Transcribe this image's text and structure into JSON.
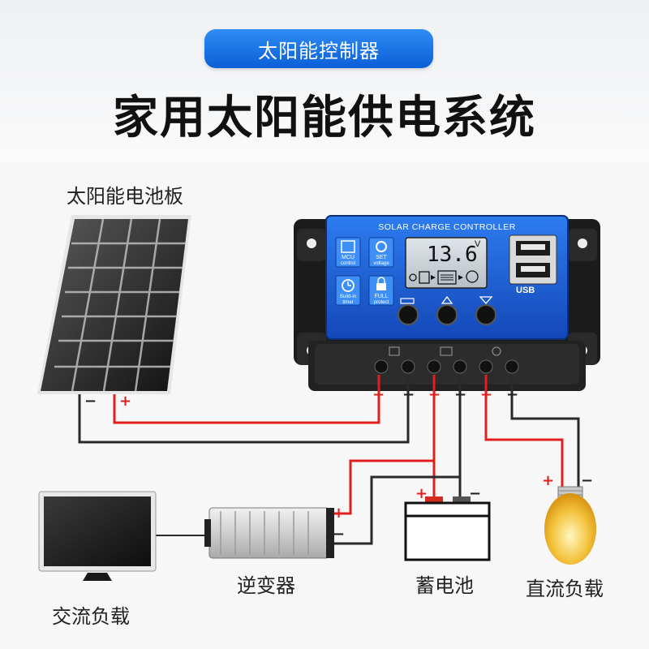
{
  "header": {
    "badge": "太阳能控制器",
    "title": "家用太阳能供电系统"
  },
  "controller": {
    "panel_title": "SOLAR CHARGE CONTROLLER",
    "display_value": "13.6",
    "display_unit": "V",
    "icons": [
      {
        "name": "mcu-icon",
        "label_line1": "MCU",
        "label_line2": "control"
      },
      {
        "name": "set-icon",
        "label_line1": "SET",
        "label_line2": "voltage"
      },
      {
        "name": "timer-icon",
        "label_line1": "Build-in",
        "label_line2": "timer"
      },
      {
        "name": "protect-icon",
        "label_line1": "FULL",
        "label_line2": "protect"
      }
    ],
    "usb_label": "USB"
  },
  "components": {
    "solar_panel": "太阳能电池板",
    "inverter": "逆变器",
    "battery": "蓄电池",
    "dc_load": "直流负载",
    "ac_load": "交流负载"
  },
  "polarity": {
    "plus": "+",
    "minus": "−"
  },
  "colors": {
    "positive_wire": "#e0201e",
    "negative_wire": "#2a2a2a",
    "accent_blue": "#1f63d8"
  }
}
